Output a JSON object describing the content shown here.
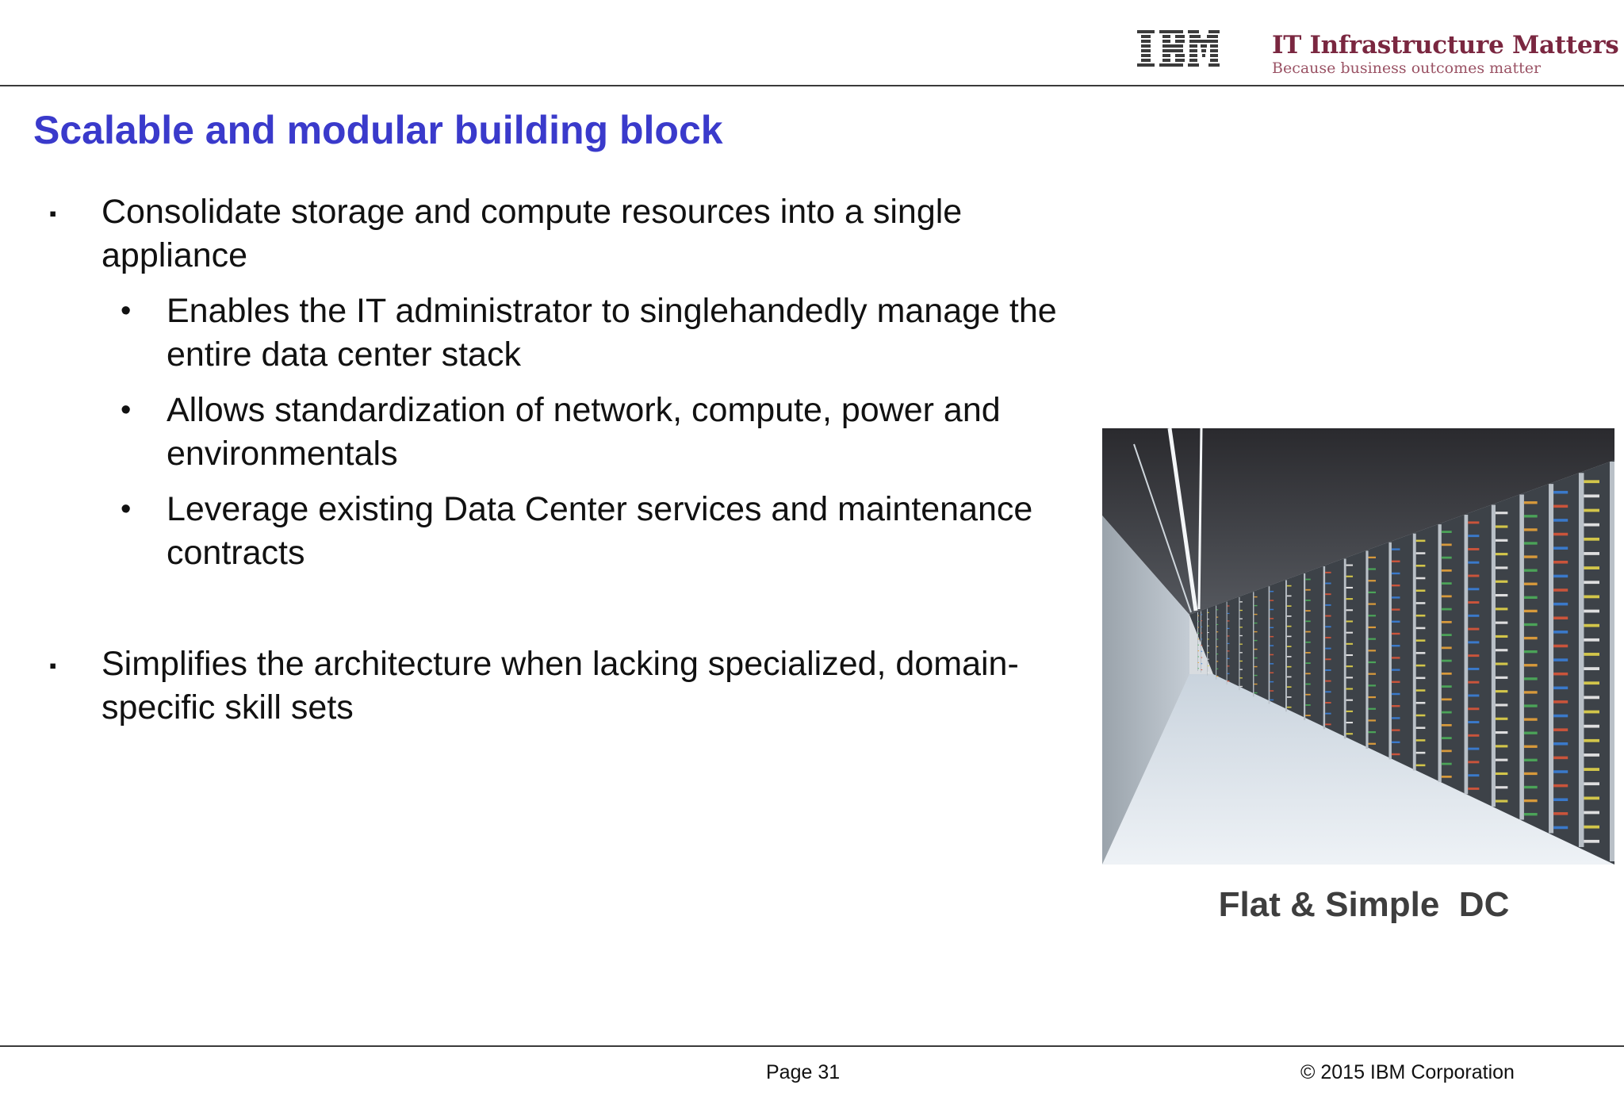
{
  "header": {
    "logo_icon": "ibm-logo-icon",
    "brand_title": "IT Infrastructure Matters",
    "brand_tagline": "Because business outcomes matter",
    "brand_color": "#7a2740"
  },
  "slide": {
    "title": "Scalable and modular building block",
    "title_color": "#3a3acb",
    "bullets": [
      {
        "text": "Consolidate storage and compute resources into a single appliance",
        "marker": "▪",
        "sub": [
          {
            "text": "Enables the IT administrator to singlehandedly manage the entire data center stack",
            "marker": "•"
          },
          {
            "text": "Allows standardization of network, compute, power and environmentals",
            "marker": "•"
          },
          {
            "text": "Leverage existing Data Center services and maintenance contracts",
            "marker": "•"
          }
        ]
      },
      {
        "text": "Simplifies the architecture when lacking specialized, domain-specific skill sets",
        "marker": "▪",
        "sub": []
      }
    ]
  },
  "image": {
    "icon": "data-center-photo",
    "caption": "Flat & Simple  DC"
  },
  "footer": {
    "page_label": "Page 31",
    "copyright": "© 2015 IBM Corporation"
  }
}
